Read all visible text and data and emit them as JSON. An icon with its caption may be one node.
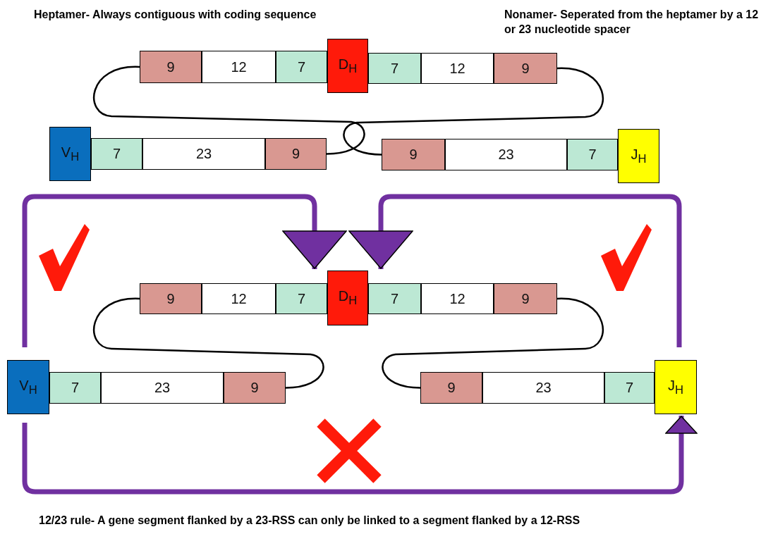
{
  "diagram": {
    "caption": "12/23 rule- A gene segment flanked by a 23-RSS can only be linked to a segment flanked by a 12-RSS",
    "nodes": [
      {
        "text": [
          "9"
        ]
      },
      {
        "text": [
          "12"
        ]
      },
      {
        "text": [
          "7"
        ]
      },
      {
        "text": [
          "D$_{H}$"
        ]
      },
      {
        "text": [
          "7"
        ]
      },
      {
        "text": [
          "12"
        ]
      },
      {
        "text": [
          "9"
        ]
      },
      {
        "text": [
          "V$_{H}$"
        ]
      },
      {
        "text": [
          "7"
        ]
      },
      {
        "text": [
          "23"
        ]
      },
      {
        "text": [
          "9"
        ]
      },
      {
        "text": [
          "9"
        ]
      },
      {
        "text": [
          "23"
        ]
      },
      {
        "text": [
          "7"
        ]
      },
      {
        "text": [
          "J$_{H}$"
        ]
      },
      {
        "text": [
          "9"
        ]
      },
      {
        "text": [
          "12"
        ]
      },
      {
        "text": [
          "7"
        ]
      },
      {
        "text": [
          "D$_{H}$"
        ]
      },
      {
        "text": [
          "7"
        ]
      },
      {
        "text": [
          "12"
        ]
      },
      {
        "text": [
          "9"
        ]
      },
      {
        "text": [
          "V$_{H}$"
        ]
      },
      {
        "text": [
          "7"
        ]
      },
      {
        "text": [
          "23"
        ]
      },
      {
        "text": [
          "9"
        ]
      },
      {
        "text": [
          "9"
        ]
      },
      {
        "text": [
          "23"
        ]
      },
      {
        "text": [
          "7"
        ]
      },
      {
        "text": [
          "J$_{H}$"
        ]
      }
    ],
    "edges": [
      {
        "from": 0,
        "to": 10,
        "arrow": "none"
      },
      {
        "from": 6,
        "to": 11,
        "arrow": "none"
      },
      {
        "from": 15,
        "to": 25,
        "arrow": "none"
      },
      {
        "from": 21,
        "to": 26,
        "arrow": "none"
      },
      {
        "from": 22,
        "to": 18,
        "arrow": "to",
        "style": "thick",
        "color": "#7030a0"
      },
      {
        "from": 29,
        "to": 18,
        "arrow": "to",
        "style": "thick",
        "color": "#7030a0"
      },
      {
        "from": 22,
        "to": 29,
        "arrow": "to",
        "style": "thick",
        "color": "#7030a0"
      }
    ],
    "labels": [
      "Heptamer- Always contiguous with coding sequence",
      "Nonamer- Seperated from the heptamer by a 12 or 23 nucleotide spacer"
    ]
  }
}
